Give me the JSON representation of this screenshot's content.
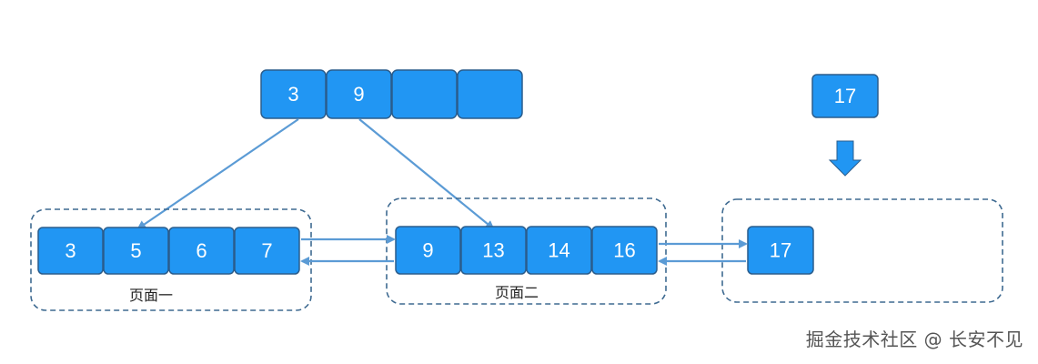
{
  "root_node": {
    "keys": [
      "3",
      "9",
      "",
      ""
    ]
  },
  "incoming_key": "17",
  "arrow_color": "#5b9bd5",
  "cell_color": "#2196f3",
  "pages": [
    {
      "keys": [
        "3",
        "5",
        "6",
        "7"
      ],
      "label": "页面一"
    },
    {
      "keys": [
        "9",
        "13",
        "14",
        "16"
      ],
      "label": "页面二"
    },
    {
      "keys": [
        "17"
      ],
      "label": ""
    }
  ],
  "watermark": "掘金技术社区 @ 长安不见"
}
